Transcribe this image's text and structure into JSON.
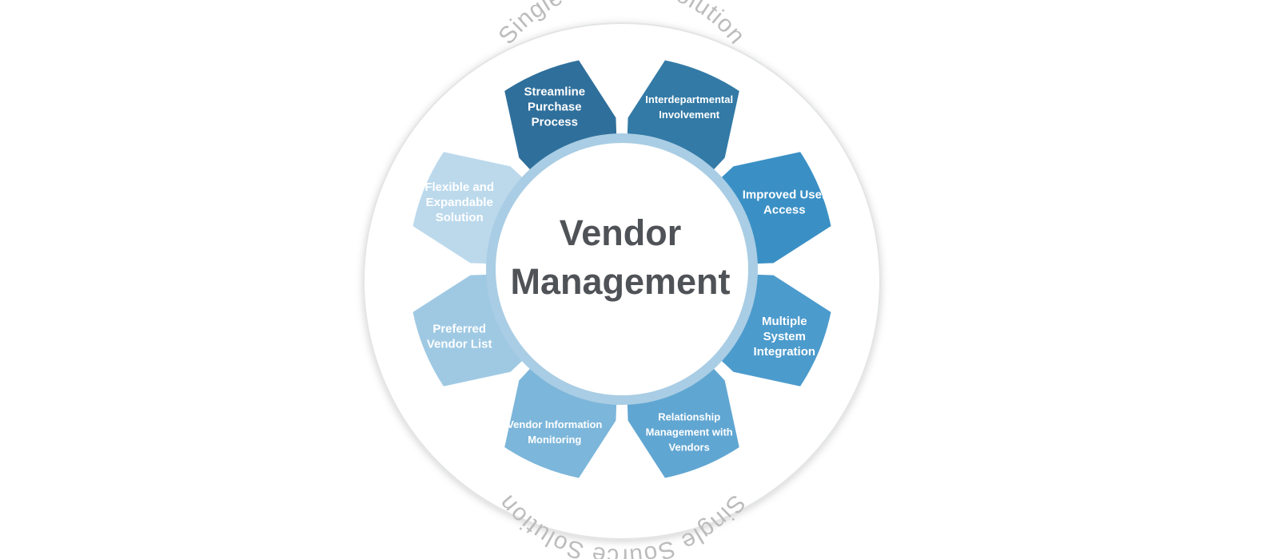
{
  "banner": {
    "top": "Single Source Solution",
    "bottom": "Single Source Solution"
  },
  "center": {
    "line1": "Vendor",
    "line2": "Management"
  },
  "segments": [
    {
      "lines": [
        "Streamline",
        "Purchase",
        "Process"
      ],
      "color": "#2f6f9b"
    },
    {
      "lines": [
        "Interdepartmental",
        "Involvement"
      ],
      "color": "#337aa6"
    },
    {
      "lines": [
        "Improved User",
        "Access"
      ],
      "color": "#3a90c5"
    },
    {
      "lines": [
        "Multiple",
        "System",
        "Integration"
      ],
      "color": "#4c9bcd"
    },
    {
      "lines": [
        "Relationship",
        "Management with",
        "Vendors"
      ],
      "color": "#60a6d2"
    },
    {
      "lines": [
        "Vendor Information",
        "Monitoring"
      ],
      "color": "#7cb6da"
    },
    {
      "lines": [
        "Preferred",
        "Vendor List"
      ],
      "color": "#9fc9e3"
    },
    {
      "lines": [
        "Flexible and",
        "Expandable",
        "Solution"
      ],
      "color": "#bcd9ec"
    }
  ],
  "colors": {
    "outer_circle_fill": "#ffffff",
    "outer_circle_stroke": "#e2e4e6",
    "ring": "#a9cde4",
    "center_fill": "#ffffff",
    "banner_text": "#bcbcbc",
    "center_text": "#4f5256"
  }
}
